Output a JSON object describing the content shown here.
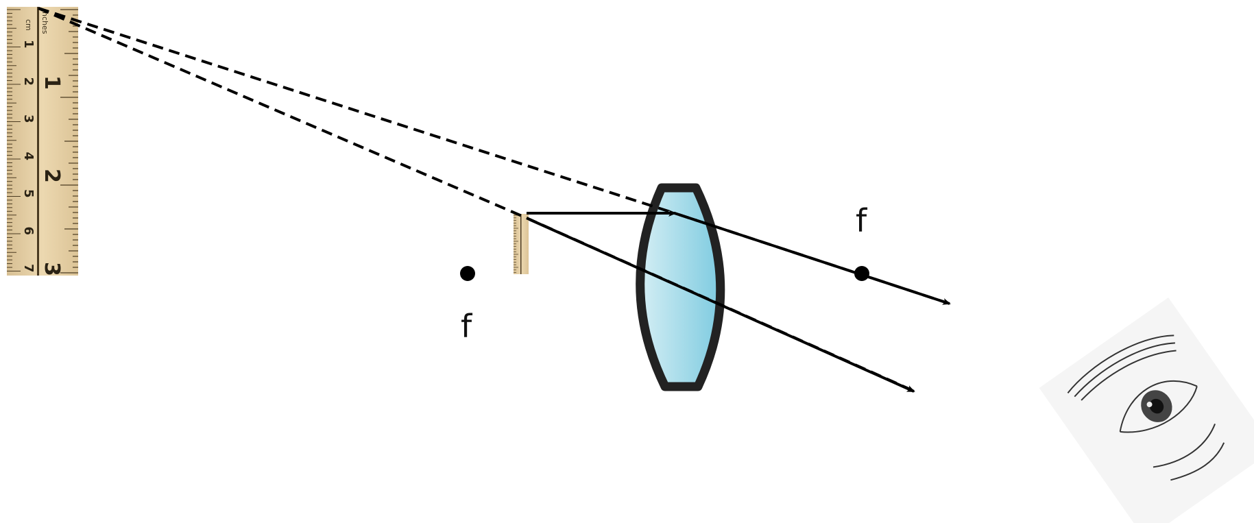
{
  "diagram": {
    "focal_labels": {
      "left": "f",
      "right": "f"
    },
    "ruler_markings": {
      "unit_inches": "inches",
      "unit_cm": "cm",
      "inch_numbers": [
        "1",
        "2",
        "3"
      ],
      "cm_numbers": [
        "1",
        "2",
        "3",
        "4",
        "5",
        "6",
        "7"
      ]
    },
    "colors": {
      "lens_fill_light": "#d4eef4",
      "lens_fill_dark": "#7ecbe0",
      "lens_outline": "#222222",
      "ray": "#000000",
      "ruler": "#e8d2a6"
    },
    "icons": [
      "ruler-image",
      "converging-lens",
      "eye-sketch"
    ]
  }
}
